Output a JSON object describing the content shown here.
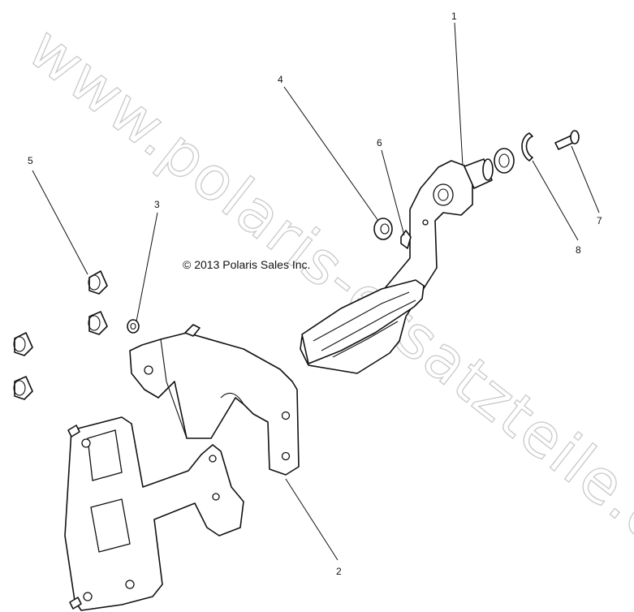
{
  "watermark": {
    "text": "www.polaris-ersatzteile.de"
  },
  "copyright": {
    "text": "© 2013 Polaris Sales Inc."
  },
  "callouts": {
    "c1": "1",
    "c2": "2",
    "c3": "3",
    "c4": "4",
    "c5": "5",
    "c6": "6",
    "c7": "7",
    "c8": "8"
  },
  "colors": {
    "line": "#111111",
    "watermark": "#c9c9c9",
    "background": "#ffffff"
  }
}
